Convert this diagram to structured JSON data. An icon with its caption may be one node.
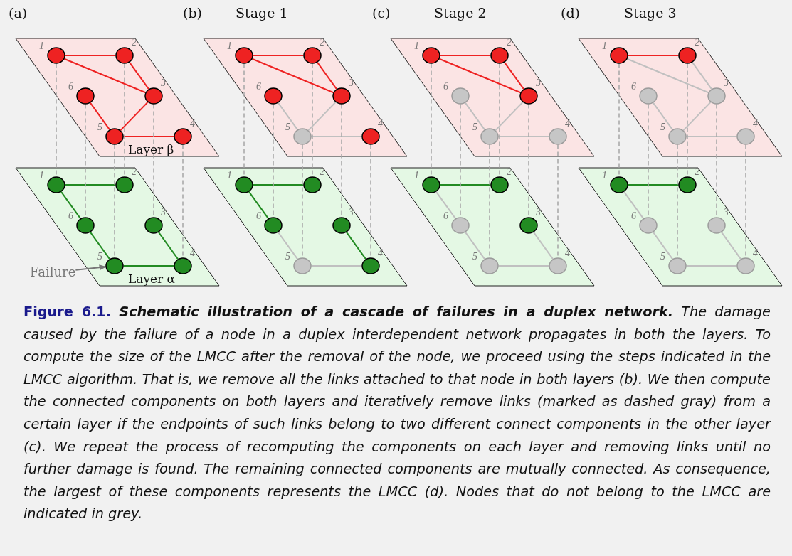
{
  "diagram": {
    "caption": "**Figure 6.1.** **Schematic illustration of a cascade of failures in a duplex network.** The damage caused by the failure of a node in a duplex interdependent network propagates in both the layers. To compute the size of the LMCC after the removal of the node, we proceed using the steps indicated in the LMCC algorithm. That is, we remove all the links attached to that node in both layers (b). We then compute the connected components on both layers and iteratively remove links (marked as dashed gray) from a certain layer if the endpoints of such links belong to two different connect components in the other layer (c). We repeat the process of recomputing the components on each layer and removing links until no further damage is found. The remaining connected components are mutually connected. As consequence, the largest of these components represents the LMCC (d). Nodes that do not belong to the LMCC are indicated in grey.",
    "nodes": [
      {
        "text": [
          "Layer β"
        ]
      },
      {
        "text": [],
        "shape": "circle",
        "in": 0,
        "beside": [
          "1"
        ]
      },
      {
        "text": [],
        "shape": "circle",
        "in": 0,
        "beside": [
          "2"
        ]
      },
      {
        "text": [],
        "shape": "circle",
        "in": 0,
        "beside": [
          "6"
        ]
      },
      {
        "text": [],
        "shape": "circle",
        "in": 0,
        "beside": [
          "3"
        ]
      },
      {
        "text": [],
        "shape": "circle",
        "in": 0,
        "beside": [
          "5"
        ]
      },
      {
        "text": [],
        "shape": "circle",
        "in": 0,
        "beside": [
          "4"
        ]
      },
      {
        "text": [
          "Layer α"
        ]
      },
      {
        "text": [],
        "shape": "circle",
        "in": 7,
        "beside": [
          "1"
        ]
      },
      {
        "text": [],
        "shape": "circle",
        "in": 7,
        "beside": [
          "2"
        ]
      },
      {
        "text": [],
        "shape": "circle",
        "in": 7,
        "beside": [
          "6"
        ]
      },
      {
        "text": [],
        "shape": "circle",
        "in": 7,
        "beside": [
          "3"
        ]
      },
      {
        "text": [],
        "shape": "circle",
        "in": 7,
        "beside": [
          "5"
        ]
      },
      {
        "text": [],
        "shape": "circle",
        "in": 7,
        "beside": [
          "4"
        ]
      },
      {
        "text": [
          "Failure"
        ]
      },
      {
        "text": [],
        "shape": "parallelogram"
      },
      {
        "text": [],
        "shape": "circle",
        "in": 15,
        "beside": [
          "1"
        ]
      },
      {
        "text": [],
        "shape": "circle",
        "in": 15,
        "beside": [
          "2"
        ]
      },
      {
        "text": [],
        "shape": "circle",
        "in": 15,
        "beside": [
          "6"
        ]
      },
      {
        "text": [],
        "shape": "circle",
        "in": 15,
        "beside": [
          "3"
        ]
      },
      {
        "text": [],
        "shape": "circle",
        "in": 15,
        "beside": [
          "5"
        ]
      },
      {
        "text": [],
        "shape": "circle",
        "in": 15,
        "beside": [
          "4"
        ]
      },
      {
        "text": [],
        "shape": "parallelogram"
      },
      {
        "text": [],
        "shape": "circle",
        "in": 22,
        "beside": [
          "1"
        ]
      },
      {
        "text": [],
        "shape": "circle",
        "in": 22,
        "beside": [
          "2"
        ]
      },
      {
        "text": [],
        "shape": "circle",
        "in": 22,
        "beside": [
          "6"
        ]
      },
      {
        "text": [],
        "shape": "circle",
        "in": 22,
        "beside": [
          "3"
        ]
      },
      {
        "text": [],
        "shape": "circle",
        "in": 22,
        "beside": [
          "5"
        ]
      },
      {
        "text": [],
        "shape": "circle",
        "in": 22,
        "beside": [
          "4"
        ]
      },
      {
        "text": [],
        "shape": "parallelogram"
      },
      {
        "text": [],
        "shape": "circle",
        "in": 29,
        "beside": [
          "1"
        ]
      },
      {
        "text": [],
        "shape": "circle",
        "in": 29,
        "beside": [
          "2"
        ]
      },
      {
        "text": [],
        "shape": "circle",
        "in": 29,
        "beside": [
          "6"
        ]
      },
      {
        "text": [],
        "shape": "circle",
        "in": 29,
        "beside": [
          "3"
        ]
      },
      {
        "text": [],
        "shape": "circle",
        "in": 29,
        "beside": [
          "5"
        ]
      },
      {
        "text": [],
        "shape": "circle",
        "in": 29,
        "beside": [
          "4"
        ]
      },
      {
        "text": [],
        "shape": "parallelogram"
      },
      {
        "text": [],
        "shape": "circle",
        "in": 36,
        "beside": [
          "1"
        ]
      },
      {
        "text": [],
        "shape": "circle",
        "in": 36,
        "beside": [
          "2"
        ]
      },
      {
        "text": [],
        "shape": "circle",
        "in": 36,
        "beside": [
          "6"
        ]
      },
      {
        "text": [],
        "shape": "circle",
        "in": 36,
        "beside": [
          "3"
        ]
      },
      {
        "text": [],
        "shape": "circle",
        "in": 36,
        "beside": [
          "5"
        ]
      },
      {
        "text": [],
        "shape": "circle",
        "in": 36,
        "beside": [
          "4"
        ]
      },
      {
        "text": [],
        "shape": "parallelogram"
      },
      {
        "text": [],
        "shape": "circle",
        "in": 43,
        "beside": [
          "1"
        ]
      },
      {
        "text": [],
        "shape": "circle",
        "in": 43,
        "beside": [
          "2"
        ]
      },
      {
        "text": [],
        "shape": "circle",
        "in": 43,
        "beside": [
          "6"
        ]
      },
      {
        "text": [],
        "shape": "circle",
        "in": 43,
        "beside": [
          "3"
        ]
      },
      {
        "text": [],
        "shape": "circle",
        "in": 43,
        "beside": [
          "5"
        ]
      },
      {
        "text": [],
        "shape": "circle",
        "in": 43,
        "beside": [
          "4"
        ]
      },
      {
        "text": [],
        "shape": "parallelogram"
      },
      {
        "text": [],
        "shape": "circle",
        "in": 50,
        "beside": [
          "1"
        ]
      },
      {
        "text": [],
        "shape": "circle",
        "in": 50,
        "beside": [
          "2"
        ]
      },
      {
        "text": [],
        "shape": "circle",
        "in": 50,
        "beside": [
          "6"
        ]
      },
      {
        "text": [],
        "shape": "circle",
        "in": 50,
        "beside": [
          "3"
        ]
      },
      {
        "text": [],
        "shape": "circle",
        "in": 50,
        "beside": [
          "5"
        ]
      },
      {
        "text": [],
        "shape": "circle",
        "in": 50,
        "beside": [
          "4"
        ]
      }
    ],
    "edges": [
      {
        "from": 1,
        "to": 2,
        "arrow": "none",
        "color": "#ee2222"
      },
      {
        "from": 1,
        "to": 4,
        "arrow": "none",
        "color": "#ee2222"
      },
      {
        "from": 2,
        "to": 4,
        "arrow": "none",
        "color": "#ee2222"
      },
      {
        "from": 4,
        "to": 5,
        "arrow": "none",
        "color": "#ee2222"
      },
      {
        "from": 3,
        "to": 5,
        "arrow": "none",
        "color": "#ee2222"
      },
      {
        "from": 5,
        "to": 6,
        "arrow": "none",
        "color": "#ee2222"
      },
      {
        "from": 8,
        "to": 9,
        "arrow": "none",
        "color": "#228b22"
      },
      {
        "from": 8,
        "to": 10,
        "arrow": "none",
        "color": "#228b22"
      },
      {
        "from": 10,
        "to": 12,
        "arrow": "none",
        "color": "#228b22"
      },
      {
        "from": 12,
        "to": 13,
        "arrow": "none",
        "color": "#228b22"
      },
      {
        "from": 11,
        "to": 13,
        "arrow": "none",
        "color": "#228b22"
      },
      {
        "from": 1,
        "to": 8,
        "arrow": "none",
        "style": "dashed"
      },
      {
        "from": 2,
        "to": 9,
        "arrow": "none",
        "style": "dashed"
      },
      {
        "from": 3,
        "to": 10,
        "arrow": "none",
        "style": "dashed"
      },
      {
        "from": 4,
        "to": 11,
        "arrow": "none",
        "style": "dashed"
      },
      {
        "from": 5,
        "to": 12,
        "arrow": "none",
        "style": "dashed"
      },
      {
        "from": 6,
        "to": 13,
        "arrow": "none",
        "style": "dashed"
      },
      {
        "from": 14,
        "to": 12,
        "arrow": "to",
        "color": "#777777"
      },
      {
        "from": 16,
        "to": 17,
        "arrow": "none",
        "color": "#ee2222"
      },
      {
        "from": 16,
        "to": 19,
        "arrow": "none",
        "color": "#ee2222"
      },
      {
        "from": 17,
        "to": 19,
        "arrow": "none",
        "color": "#ee2222"
      },
      {
        "from": 19,
        "to": 20,
        "arrow": "none",
        "color": "#c0c0c0"
      },
      {
        "from": 18,
        "to": 20,
        "arrow": "none",
        "color": "#c0c0c0"
      },
      {
        "from": 20,
        "to": 21,
        "arrow": "none",
        "color": "#c0c0c0"
      },
      {
        "from": 23,
        "to": 24,
        "arrow": "none",
        "color": "#228b22"
      },
      {
        "from": 23,
        "to": 25,
        "arrow": "none",
        "color": "#228b22"
      },
      {
        "from": 26,
        "to": 28,
        "arrow": "none",
        "color": "#228b22"
      },
      {
        "from": 25,
        "to": 27,
        "arrow": "none",
        "color": "#c0c0c0"
      },
      {
        "from": 27,
        "to": 28,
        "arrow": "none",
        "color": "#c0c0c0"
      },
      {
        "from": 16,
        "to": 23,
        "arrow": "none",
        "style": "dashed"
      },
      {
        "from": 17,
        "to": 24,
        "arrow": "none",
        "style": "dashed"
      },
      {
        "from": 18,
        "to": 25,
        "arrow": "none",
        "style": "dashed"
      },
      {
        "from": 19,
        "to": 26,
        "arrow": "none",
        "style": "dashed"
      },
      {
        "from": 20,
        "to": 27,
        "arrow": "none",
        "style": "dashed"
      },
      {
        "from": 21,
        "to": 28,
        "arrow": "none",
        "style": "dashed"
      },
      {
        "from": 30,
        "to": 31,
        "arrow": "none",
        "color": "#ee2222"
      },
      {
        "from": 30,
        "to": 33,
        "arrow": "none",
        "color": "#ee2222"
      },
      {
        "from": 31,
        "to": 33,
        "arrow": "none",
        "color": "#ee2222"
      },
      {
        "from": 33,
        "to": 34,
        "arrow": "none",
        "color": "#c0c0c0"
      },
      {
        "from": 32,
        "to": 34,
        "arrow": "none",
        "color": "#c0c0c0"
      },
      {
        "from": 34,
        "to": 35,
        "arrow": "none",
        "color": "#c0c0c0"
      },
      {
        "from": 37,
        "to": 38,
        "arrow": "none",
        "color": "#228b22"
      },
      {
        "from": 37,
        "to": 39,
        "arrow": "none",
        "color": "#c0c0c0"
      },
      {
        "from": 39,
        "to": 41,
        "arrow": "none",
        "color": "#c0c0c0"
      },
      {
        "from": 41,
        "to": 42,
        "arrow": "none",
        "color": "#c0c0c0"
      },
      {
        "from": 40,
        "to": 42,
        "arrow": "none",
        "color": "#c0c0c0"
      },
      {
        "from": 30,
        "to": 37,
        "arrow": "none",
        "style": "dashed"
      },
      {
        "from": 31,
        "to": 38,
        "arrow": "none",
        "style": "dashed"
      },
      {
        "from": 32,
        "to": 39,
        "arrow": "none",
        "style": "dashed"
      },
      {
        "from": 33,
        "to": 40,
        "arrow": "none",
        "style": "dashed"
      },
      {
        "from": 34,
        "to": 41,
        "arrow": "none",
        "style": "dashed"
      },
      {
        "from": 35,
        "to": 42,
        "arrow": "none",
        "style": "dashed"
      },
      {
        "from": 44,
        "to": 45,
        "arrow": "none",
        "color": "#ee2222"
      },
      {
        "from": 44,
        "to": 47,
        "arrow": "none",
        "color": "#c0c0c0"
      },
      {
        "from": 45,
        "to": 47,
        "arrow": "none",
        "color": "#c0c0c0"
      },
      {
        "from": 47,
        "to": 48,
        "arrow": "none",
        "color": "#c0c0c0"
      },
      {
        "from": 46,
        "to": 48,
        "arrow": "none",
        "color": "#c0c0c0"
      },
      {
        "from": 48,
        "to": 49,
        "arrow": "none",
        "color": "#c0c0c0"
      },
      {
        "from": 51,
        "to": 52,
        "arrow": "none",
        "color": "#228b22"
      },
      {
        "from": 51,
        "to": 53,
        "arrow": "none",
        "color": "#c0c0c0"
      },
      {
        "from": 53,
        "to": 55,
        "arrow": "none",
        "color": "#c0c0c0"
      },
      {
        "from": 55,
        "to": 56,
        "arrow": "none",
        "color": "#c0c0c0"
      },
      {
        "from": 54,
        "to": 56,
        "arrow": "none",
        "color": "#c0c0c0"
      },
      {
        "from": 44,
        "to": 51,
        "arrow": "none",
        "style": "dashed"
      },
      {
        "from": 45,
        "to": 52,
        "arrow": "none",
        "style": "dashed"
      },
      {
        "from": 46,
        "to": 53,
        "arrow": "none",
        "style": "dashed"
      },
      {
        "from": 47,
        "to": 54,
        "arrow": "none",
        "style": "dashed"
      },
      {
        "from": 48,
        "to": 55,
        "arrow": "none",
        "style": "dashed"
      },
      {
        "from": 49,
        "to": 56,
        "arrow": "none",
        "style": "dashed"
      }
    ],
    "labels": [
      "(a)",
      "(b)",
      "Stage 1",
      "(c)",
      "Stage 2",
      "(d)",
      "Stage 3"
    ]
  }
}
